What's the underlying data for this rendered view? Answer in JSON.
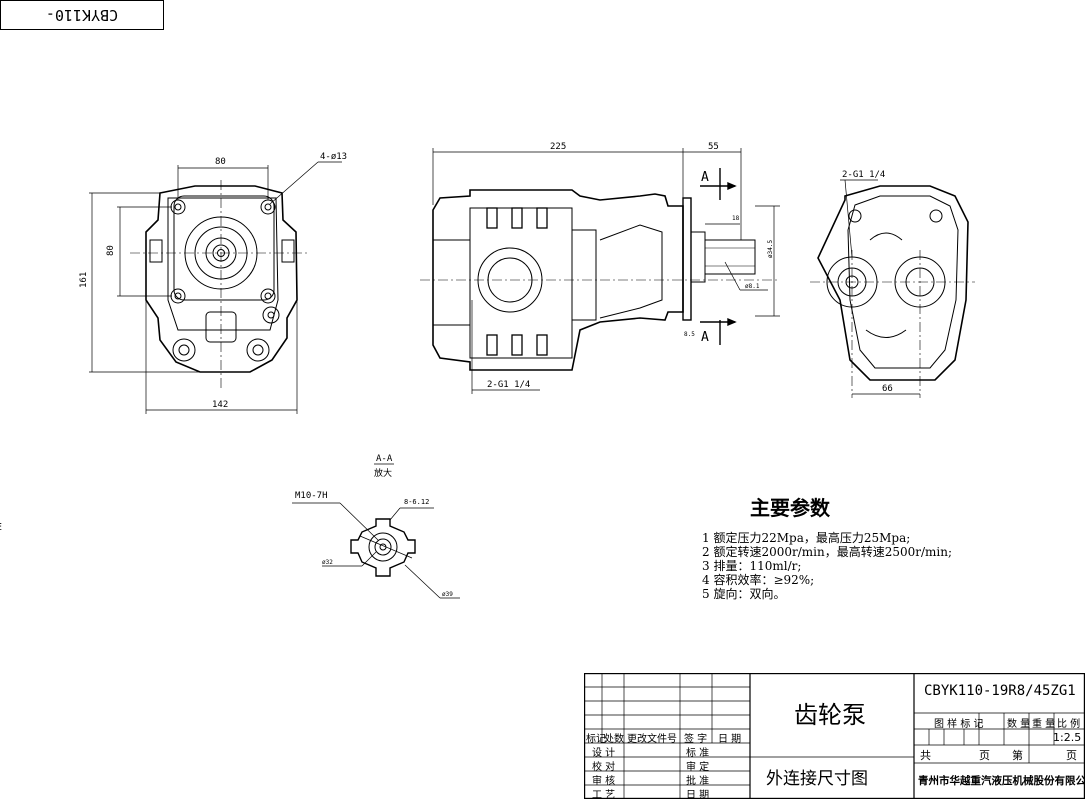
{
  "title_stamp": "CBYK110-19R8/45ZG1",
  "front_view": {
    "dim_top": "80",
    "dim_holes": "4-ø13",
    "dim_left_inner": "80",
    "dim_left_outer": "161",
    "dim_bottom": "142"
  },
  "side_view": {
    "dim_length": "225",
    "dim_shaft": "55",
    "section_mark_top": "A",
    "section_mark_bottom": "A",
    "port_label": "2-G1 1/4",
    "shaft_dim_small": "18",
    "shaft_dim_dia": "ø34.5",
    "shaft_dim_thread": "ø8.1",
    "shaft_dim_len": "8.5"
  },
  "rear_view": {
    "port_label": "2-G1 1/4",
    "dim_bottom": "66"
  },
  "section_detail": {
    "label": "A-A",
    "label_sub": "放大",
    "thread": "M10-7H",
    "spline": "8-6.12",
    "dia_inner": "ø32",
    "dia_outer": "ø39"
  },
  "params": {
    "heading": "主要参数",
    "items": [
      "1 额定压力22Mpa，最高压力25Mpa;",
      "2 额定转速2000r/min，最高转速2500r/min;",
      "3 排量：110ml/r;",
      "4 容积效率：≥92%;",
      "5 旋向：双向。"
    ]
  },
  "title_block": {
    "product_name": "齿轮泵",
    "drawing_name": "外连接尺寸图",
    "part_code": "CBYK110-19R8/45ZG1",
    "company": "青州市华越重汽液压机械股份有限公司",
    "scale": "1:2.5",
    "headers_left": [
      "标记",
      "处数",
      "更改文件号",
      "签 字",
      "日 期"
    ],
    "roles_col1": [
      "设 计",
      "校 对",
      "审 核",
      "工 艺"
    ],
    "roles_col2": [
      "标 准",
      "审 定",
      "批 准",
      "日 期"
    ],
    "headers_right": [
      "图 样 标 记",
      "数 量",
      "重 量",
      "比 例"
    ],
    "sheet_total": "共",
    "sheet_label": "页",
    "sheet_no": "第",
    "sheet_label2": "页"
  },
  "left_edge_mark": "E"
}
